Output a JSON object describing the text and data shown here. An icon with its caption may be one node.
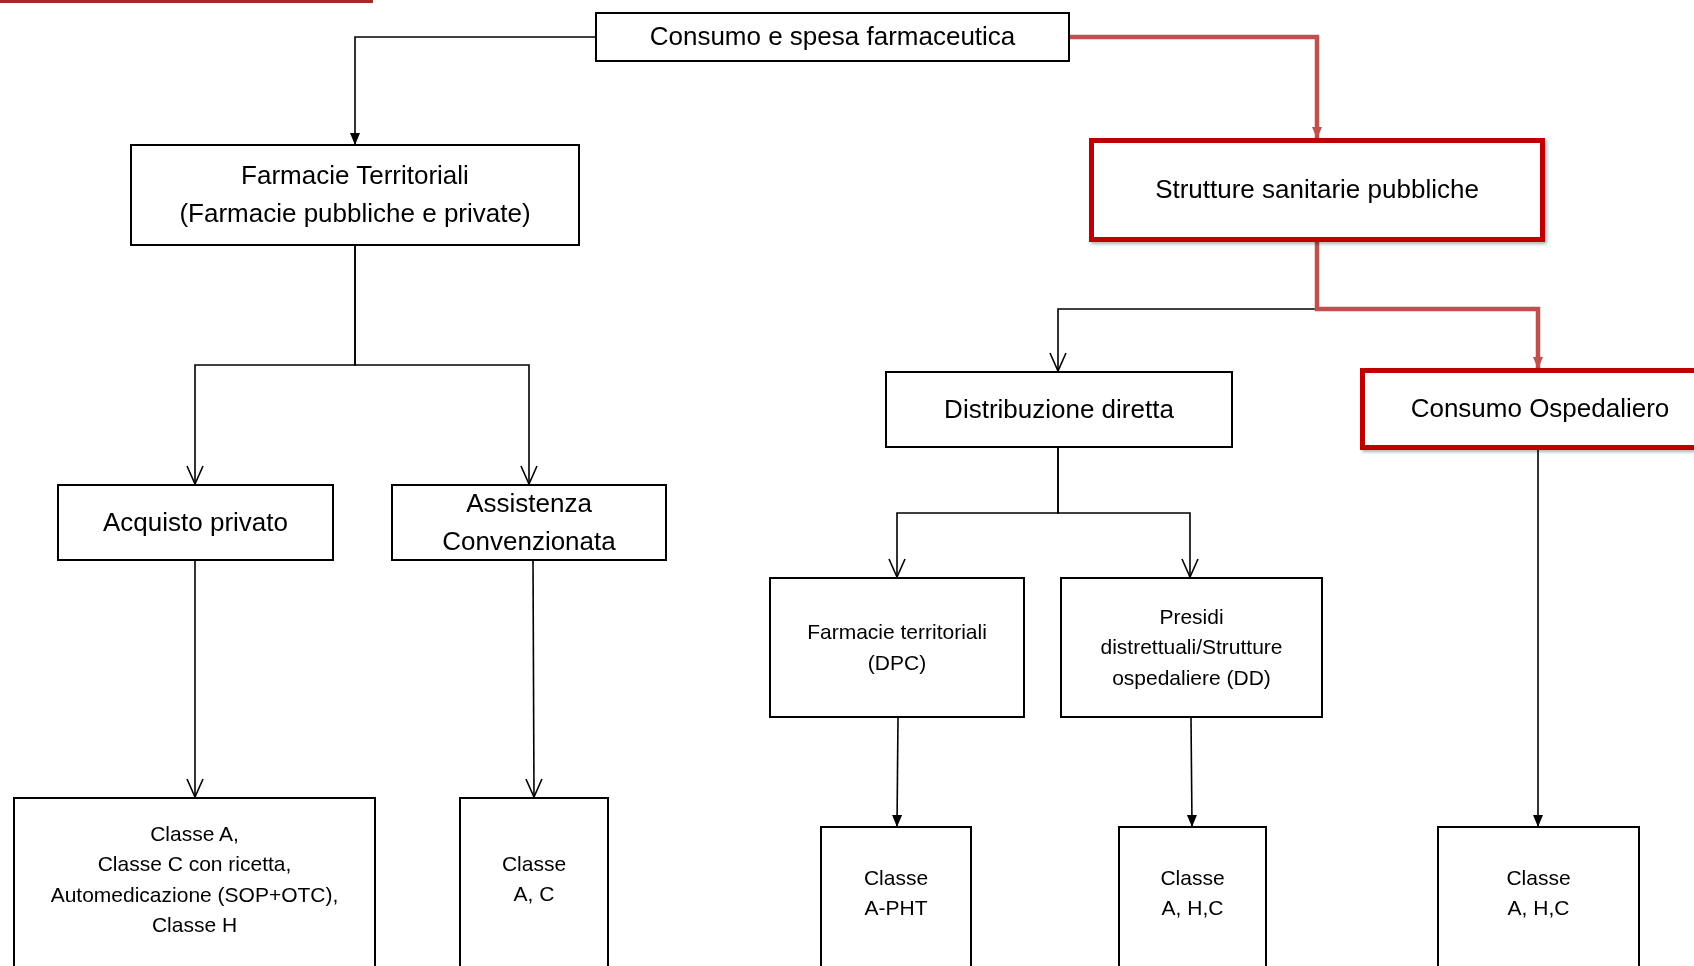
{
  "diagram": {
    "nodes": [
      {
        "text": [
          "Consumo e spesa farmaceutica"
        ]
      },
      {
        "text": [
          "Farmacie Territoriali",
          "(Farmacie pubbliche e private)"
        ]
      },
      {
        "text": [
          "Strutture sanitarie pubbliche"
        ]
      },
      {
        "text": [
          "Acquisto privato"
        ]
      },
      {
        "text": [
          "Assistenza Convenzionata"
        ]
      },
      {
        "text": [
          "Distribuzione diretta"
        ]
      },
      {
        "text": [
          "Consumo Ospedaliero"
        ]
      },
      {
        "text": [
          "Farmacie territoriali (DPC)"
        ]
      },
      {
        "text": [
          "Presidi distrettuali/Strutture ospedaliere (DD)"
        ]
      },
      {
        "text": [
          "Classe A,",
          "Classe C con ricetta,",
          "Automedicazione (SOP+OTC),",
          "Classe H"
        ]
      },
      {
        "text": [
          "Classe A, C"
        ]
      },
      {
        "text": [
          "Classe A-PHT"
        ]
      },
      {
        "text": [
          "Classe A, H,C"
        ]
      },
      {
        "text": [
          "Classe A, H,C"
        ]
      }
    ],
    "edges": [
      {
        "from": 0,
        "to": 1,
        "arrow": "to"
      },
      {
        "from": 0,
        "to": 2,
        "arrow": "to",
        "style": "thick",
        "color": "#c0504d"
      },
      {
        "from": 1,
        "to": 3,
        "arrow": "to"
      },
      {
        "from": 1,
        "to": 4,
        "arrow": "to"
      },
      {
        "from": 2,
        "to": 5,
        "arrow": "to"
      },
      {
        "from": 2,
        "to": 6,
        "arrow": "to",
        "style": "thick",
        "color": "#c0504d"
      },
      {
        "from": 5,
        "to": 7,
        "arrow": "to"
      },
      {
        "from": 5,
        "to": 8,
        "arrow": "to"
      },
      {
        "from": 3,
        "to": 9,
        "arrow": "to"
      },
      {
        "from": 4,
        "to": 10,
        "arrow": "to"
      },
      {
        "from": 7,
        "to": 11,
        "arrow": "to"
      },
      {
        "from": 8,
        "to": 12,
        "arrow": "to"
      },
      {
        "from": 6,
        "to": 13,
        "arrow": "to"
      }
    ]
  }
}
